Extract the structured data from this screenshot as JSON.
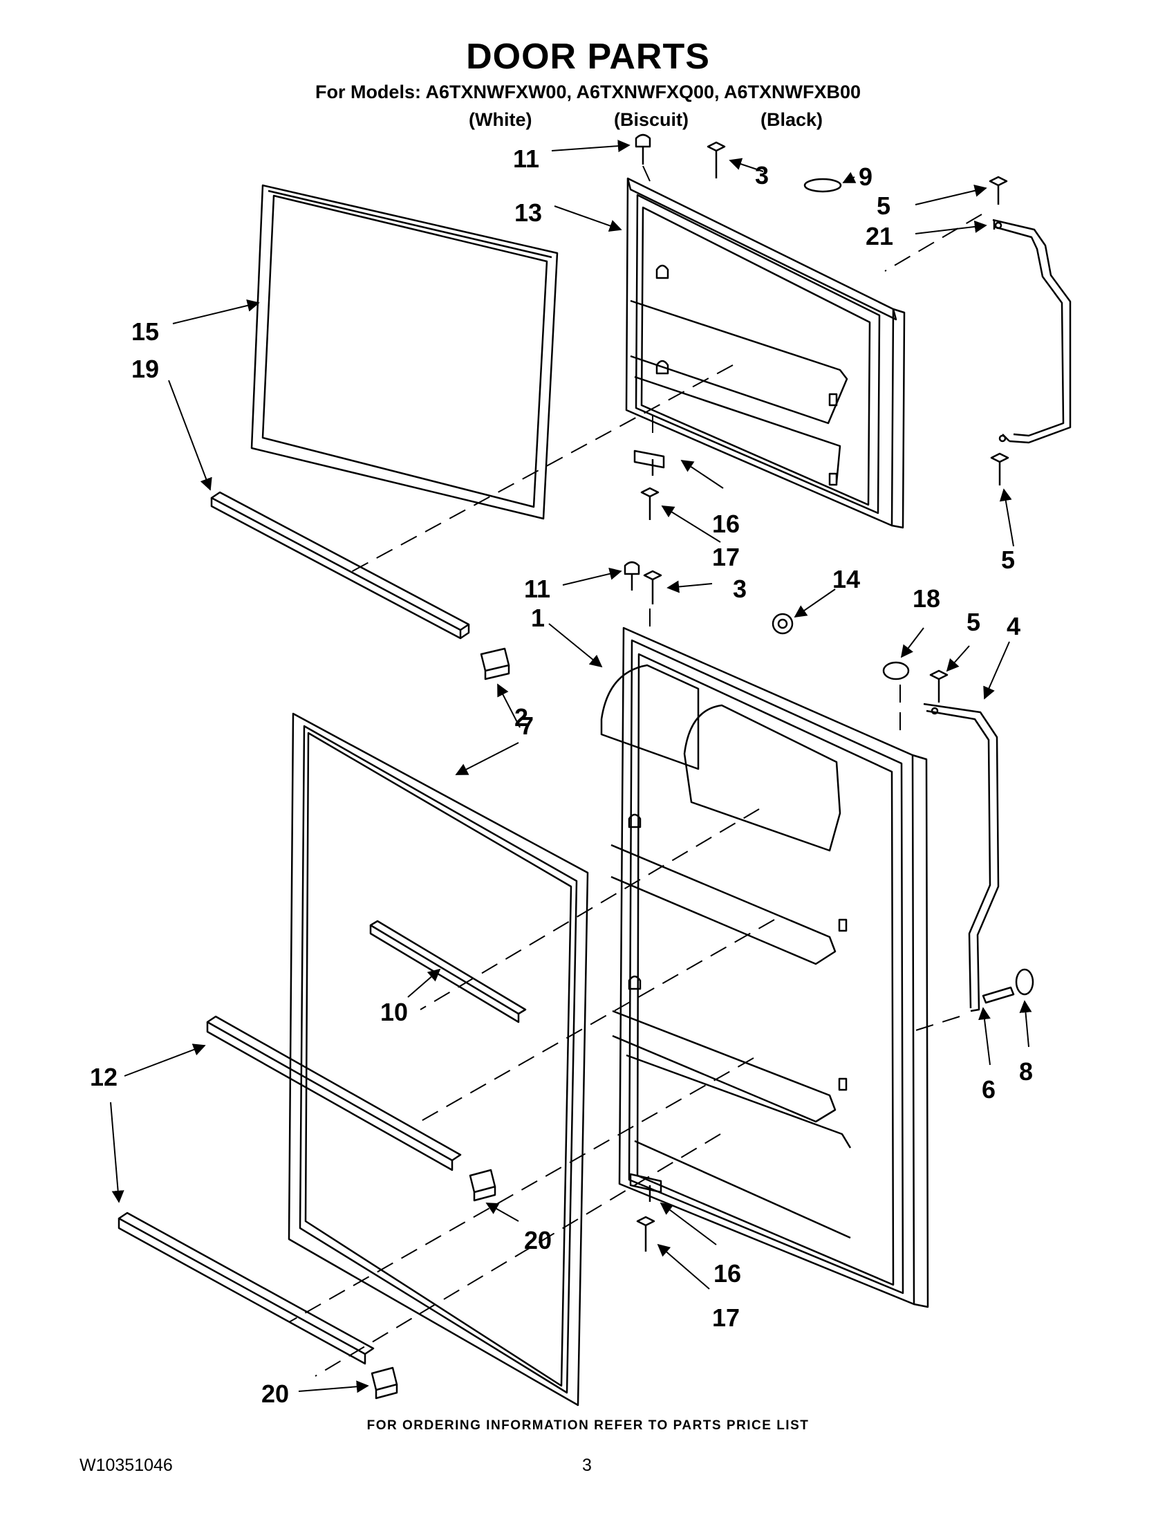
{
  "header": {
    "title": "DOOR PARTS",
    "models": "For Models: A6TXNWFXW00, A6TXNWFXQ00, A6TXNWFXB00",
    "colors": [
      "(White)",
      "(Biscuit)",
      "(Black)"
    ]
  },
  "callouts": {
    "c11a": "11",
    "c3a": "3",
    "c9": "9",
    "c5a": "5",
    "c21": "21",
    "c13": "13",
    "c15": "15",
    "c19": "19",
    "c16a": "16",
    "c17a": "17",
    "c5b": "5",
    "c11b": "11",
    "c3b": "3",
    "c14": "14",
    "c1": "1",
    "c18": "18",
    "c5c": "5",
    "c4": "4",
    "c2": "2",
    "c7": "7",
    "c10": "10",
    "c12": "12",
    "c6": "6",
    "c8": "8",
    "c20a": "20",
    "c16b": "16",
    "c17b": "17",
    "c20b": "20"
  },
  "footer": {
    "ordering": "FOR ORDERING INFORMATION REFER TO PARTS PRICE LIST",
    "doc_number": "W10351046",
    "page_number": "3"
  }
}
